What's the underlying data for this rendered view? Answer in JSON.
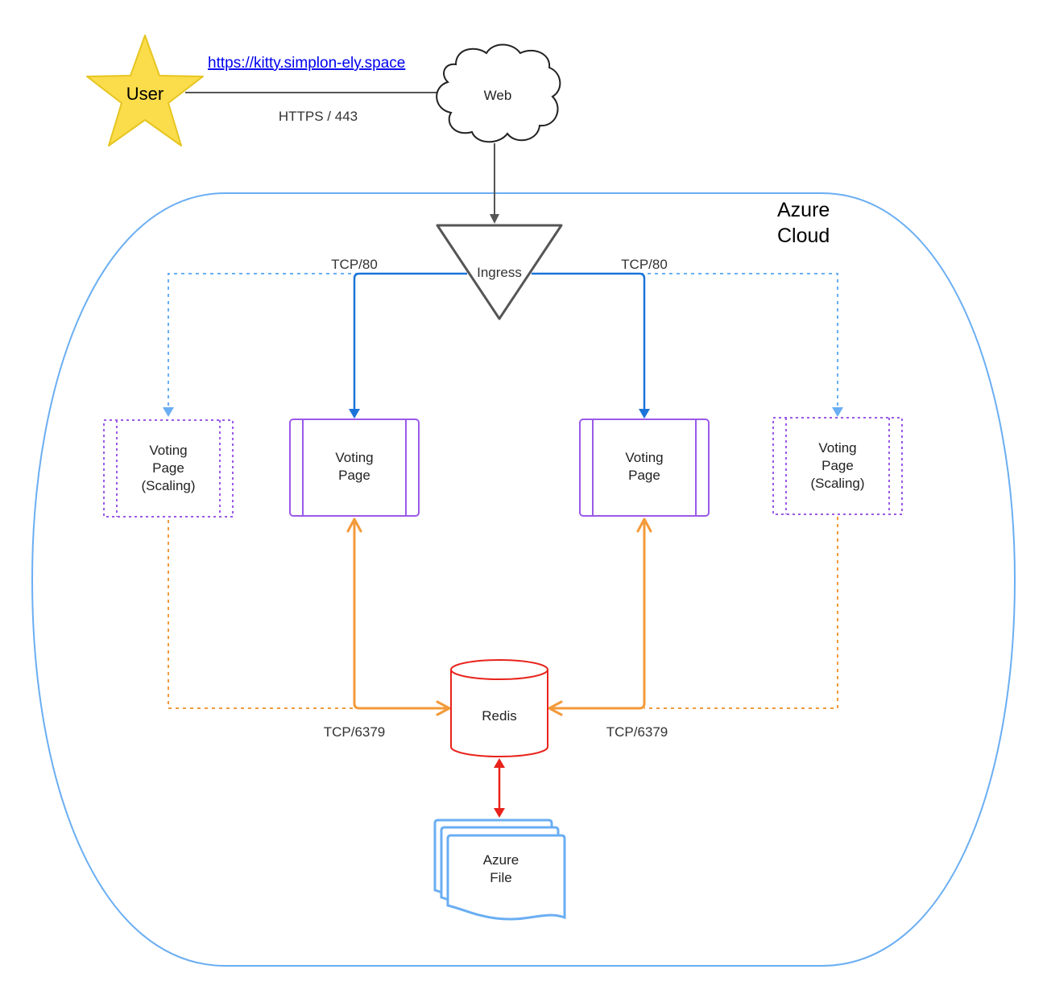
{
  "user": {
    "label": "User",
    "url": "https://kitty.simplon-ely.space",
    "protocol": "HTTPS / 443"
  },
  "web": {
    "label": "Web"
  },
  "cloud": {
    "label_line1": "Azure",
    "label_line2": "Cloud"
  },
  "ingress": {
    "label": "Ingress",
    "port_left": "TCP/80",
    "port_right": "TCP/80"
  },
  "voting_scaling_left": {
    "line1": "Voting",
    "line2": "Page",
    "line3": "(Scaling)"
  },
  "voting_left": {
    "line1": "Voting",
    "line2": "Page"
  },
  "voting_right": {
    "line1": "Voting",
    "line2": "Page"
  },
  "voting_scaling_right": {
    "line1": "Voting",
    "line2": "Page",
    "line3": "(Scaling)"
  },
  "redis": {
    "label": "Redis",
    "port_left": "TCP/6379",
    "port_right": "TCP/6379"
  },
  "azure_file": {
    "line1": "Azure",
    "line2": "File"
  },
  "colors": {
    "star": "#fbdc4b",
    "cloud_border": "#6aaef3",
    "blue_arrow": "#1a73d9",
    "orange": "#f39a3a",
    "purple": "#9b59e8",
    "redis": "#e8231b",
    "grey": "#555555"
  }
}
